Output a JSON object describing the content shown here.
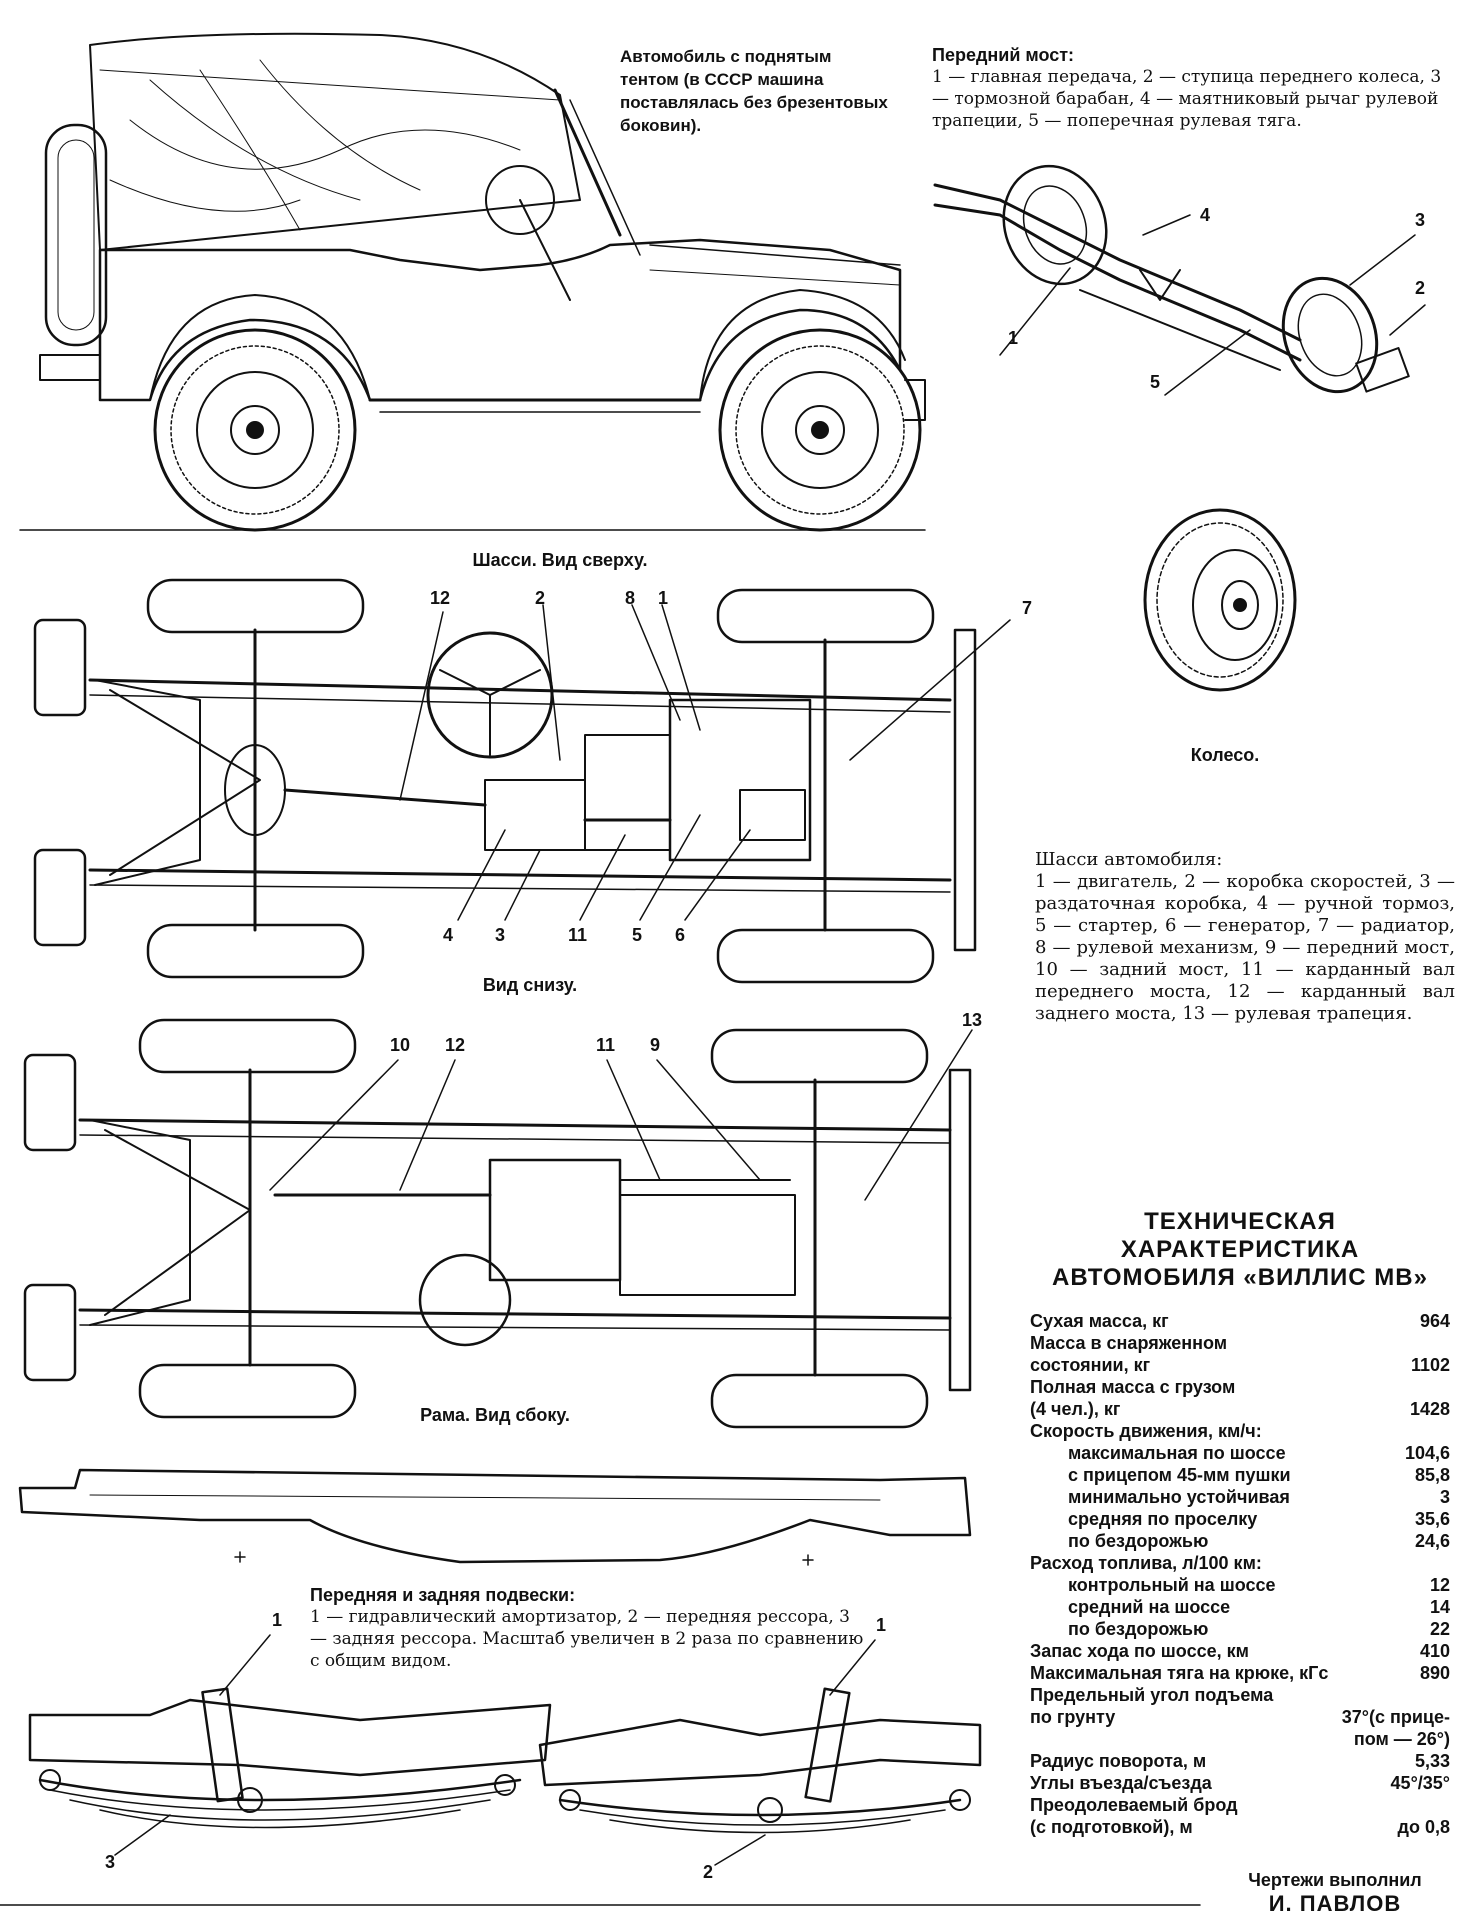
{
  "captions": {
    "car_tent": "Автомобиль с поднятым тентом (в СССР машина поставлялась без брезентовых боковин).",
    "front_axle_title": "Передний мост:",
    "front_axle_text": "1 — главная передача, 2 — ступица переднего колеса, 3 — тормозной барабан, 4 — маятниковый рычаг рулевой трапеции, 5 — поперечная рулевая тяга.",
    "chassis_top": "Шасси. Вид сверху.",
    "wheel": "Колесо.",
    "view_bottom": "Вид снизу.",
    "frame_side": "Рама. Вид сбоку.",
    "chassis_legend_title": "Шасси автомобиля:",
    "chassis_legend_text": "1 — двигатель, 2 — коробка скоростей, 3 — раздаточная коробка, 4 — ручной тормоз, 5 — стартер, 6 — генератор, 7 — радиатор, 8 — рулевой механизм, 9 — передний мост, 10 — задний мост, 11 — карданный вал переднего моста, 12 — карданный вал заднего моста, 13 — рулевая трапеция.",
    "suspension_title": "Передняя и задняя подвески:",
    "suspension_text": "1 — гидравлический амортизатор, 2 — передняя рессора, 3 — задняя рессора. Масштаб увеличен в 2 раза по сравнению с общим видом."
  },
  "callouts": {
    "axle": [
      "1",
      "2",
      "3",
      "4",
      "5"
    ],
    "chassis_bottom": [
      "12",
      "2",
      "8",
      "1",
      "7",
      "4",
      "3",
      "11",
      "5",
      "6"
    ],
    "frame": [
      "10",
      "12",
      "11",
      "9",
      "13"
    ],
    "suspension": [
      "1",
      "3",
      "1",
      "2"
    ]
  },
  "specs": {
    "title_line1": "ТЕХНИЧЕСКАЯ ХАРАКТЕРИСТИКА",
    "title_line2": "АВТОМОБИЛЯ «ВИЛЛИС МВ»",
    "rows": [
      {
        "label": "Сухая масса, кг",
        "value": "964",
        "indent": false
      },
      {
        "label": "Масса в снаряженном",
        "value": "",
        "indent": false
      },
      {
        "label": "состоянии, кг",
        "value": "1102",
        "indent": false
      },
      {
        "label": "Полная масса с грузом",
        "value": "",
        "indent": false
      },
      {
        "label": "(4 чел.), кг",
        "value": "1428",
        "indent": false
      },
      {
        "label": "Скорость движения, км/ч:",
        "value": "",
        "indent": false
      },
      {
        "label": "максимальная по шоссе",
        "value": "104,6",
        "indent": true
      },
      {
        "label": "с прицепом 45-мм пушки",
        "value": "85,8",
        "indent": true
      },
      {
        "label": "минимально устойчивая",
        "value": "3",
        "indent": true
      },
      {
        "label": "средняя по проселку",
        "value": "35,6",
        "indent": true
      },
      {
        "label": "по бездорожью",
        "value": "24,6",
        "indent": true
      },
      {
        "label": "Расход топлива, л/100 км:",
        "value": "",
        "indent": false
      },
      {
        "label": "контрольный на шоссе",
        "value": "12",
        "indent": true
      },
      {
        "label": "средний на шоссе",
        "value": "14",
        "indent": true
      },
      {
        "label": "по бездорожью",
        "value": "22",
        "indent": true
      },
      {
        "label": "Запас хода по шоссе, км",
        "value": "410",
        "indent": false
      },
      {
        "label": "Максимальная тяга на крюке, кГс",
        "value": "890",
        "indent": false
      },
      {
        "label": "Предельный угол подъема",
        "value": "",
        "indent": false
      },
      {
        "label": "по грунту",
        "value": "37°(с прице-",
        "indent": false
      },
      {
        "label": "",
        "value": "пом — 26°)",
        "indent": false
      },
      {
        "label": "Радиус поворота, м",
        "value": "5,33",
        "indent": false
      },
      {
        "label": "Углы въезда/съезда",
        "value": "45°/35°",
        "indent": false
      },
      {
        "label": "Преодолеваемый брод",
        "value": "",
        "indent": false
      },
      {
        "label": "(с подготовкой), м",
        "value": "до 0,8",
        "indent": false
      }
    ]
  },
  "credit": {
    "line1": "Чертежи выполнил",
    "line2": "И. ПАВЛОВ"
  }
}
